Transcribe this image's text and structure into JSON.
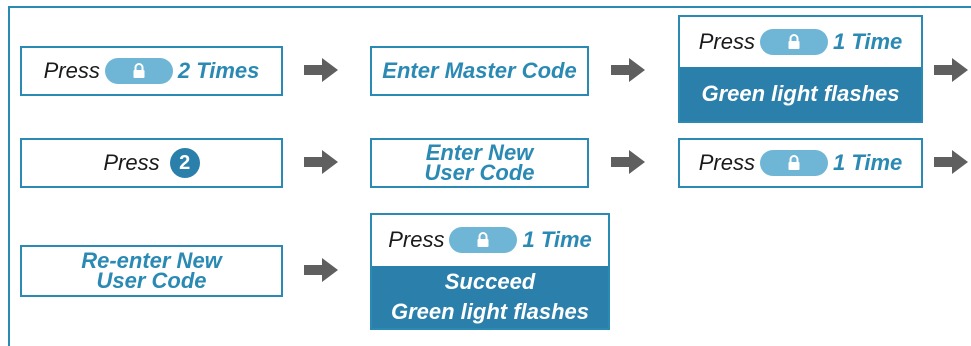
{
  "row1": {
    "box1": {
      "press": "Press",
      "times": "2 Times",
      "icon": "lock-icon"
    },
    "box2": {
      "text": "Enter Master Code"
    },
    "box3": {
      "press": "Press",
      "times": "1 Time",
      "bottom": "Green light flashes",
      "icon": "lock-icon"
    }
  },
  "row2": {
    "box1": {
      "press": "Press",
      "number": "2"
    },
    "box2": {
      "line1": "Enter New",
      "line2": "User Code"
    },
    "box3": {
      "press": "Press",
      "times": "1 Time",
      "icon": "lock-icon"
    }
  },
  "row3": {
    "box1": {
      "line1": "Re-enter New",
      "line2": "User Code"
    },
    "box2": {
      "press": "Press",
      "times": "1 Time",
      "bottom1": "Succeed",
      "bottom2": "Green light flashes",
      "icon": "lock-icon"
    }
  },
  "colors": {
    "accent": "#2b8ab3",
    "fill": "#2b7fab",
    "button": "#6fb5d6",
    "arrow": "#5f5f5f"
  }
}
